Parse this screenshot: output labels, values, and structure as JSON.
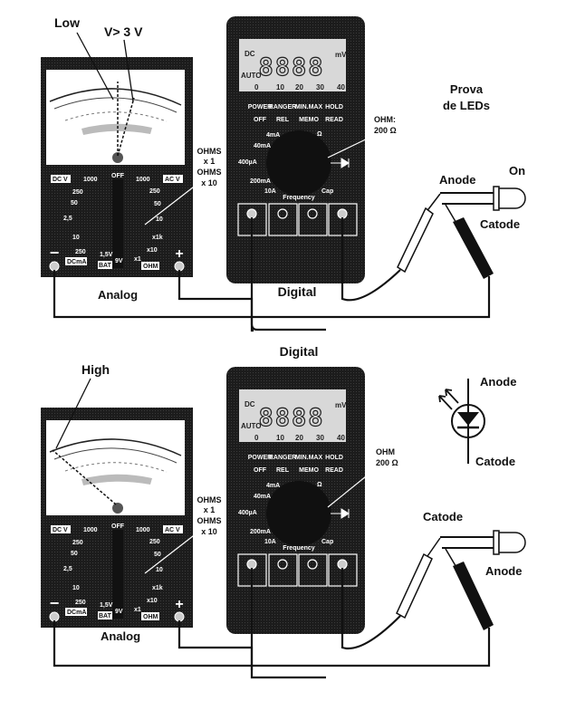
{
  "top_panel": {
    "needle_labels": {
      "low": "Low",
      "v_threshold": "V> 3 V"
    },
    "analog_range_note": {
      "line1": "OHMS",
      "line2": "x 1",
      "line3": "OHMS",
      "line4": "x 10"
    },
    "digital_range_note": {
      "line1": "OHM:",
      "line2": "200 Ω"
    },
    "title": {
      "line1": "Prova",
      "line2": "de LEDs"
    },
    "led_state": "On",
    "led_labels": {
      "anode": "Anode",
      "catode": "Catode"
    },
    "analog_caption": "Analog",
    "digital_caption": "Digital"
  },
  "middle_caption": "Digital",
  "bottom_panel": {
    "needle_label": "High",
    "analog_range_note": {
      "line1": "OHMS",
      "line2": "x 1",
      "line3": "OHMS",
      "line4": "x 10"
    },
    "digital_range_note": {
      "line1": "OHM",
      "line2": "200 Ω"
    },
    "symbol_labels": {
      "anode": "Anode",
      "catode": "Catode"
    },
    "led_labels": {
      "catode": "Catode",
      "anode": "Anode"
    },
    "analog_caption": "Analog"
  },
  "analog_meter": {
    "dc_v": "DC V",
    "ac_v": "AC V",
    "off": "OFF",
    "dcv_ranges": [
      "1000",
      "250",
      "50",
      "2,5"
    ],
    "acv_ranges": [
      "1000",
      "250",
      "50",
      "10"
    ],
    "dca_ranges": [
      "10",
      "250"
    ],
    "dca": "DCmA",
    "bat": "BAT",
    "bat_ranges": [
      "1,5V",
      "9V"
    ],
    "ohm": "OHM",
    "ohm_ranges": [
      "x1k",
      "x10",
      "x1"
    ],
    "minus": "−",
    "plus": "+"
  },
  "digital_meter": {
    "lcd_mode": "DC",
    "lcd_auto": "AUTO",
    "lcd_digits": "8888",
    "lcd_unit": "mV",
    "lcd_scale": [
      "0",
      "10",
      "20",
      "30",
      "40"
    ],
    "buttons_top": [
      "POWER",
      "RANGER",
      "MIN.MAX",
      "HOLD"
    ],
    "buttons_bottom": [
      "OFF",
      "REL",
      "MEMO",
      "READ"
    ],
    "dial_left": [
      "4mA",
      "40mA",
      "400µA",
      "200mA",
      "10A"
    ],
    "dial_bottom": "Frequency",
    "dial_right": [
      "Ω",
      "Cap"
    ]
  },
  "colors": {
    "meter_body": "#1a1a1a",
    "ink": "#111111",
    "paper": "#ffffff",
    "lcd": "#d8d8d8"
  }
}
